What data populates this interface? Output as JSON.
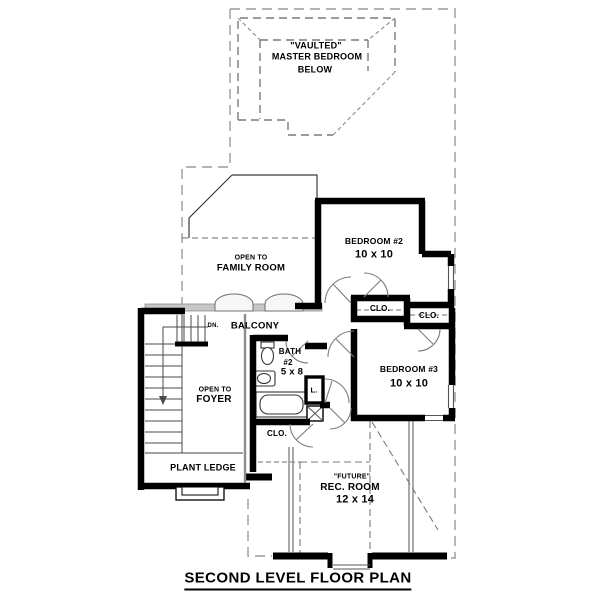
{
  "title": "SECOND LEVEL FLOOR PLAN",
  "labels": {
    "master_bedroom": {
      "l1": "\"VAULTED\"",
      "l2": "MASTER BEDROOM",
      "l3": "BELOW"
    },
    "family_room": {
      "open_to": "OPEN TO",
      "name": "FAMILY ROOM"
    },
    "bedroom2": {
      "name": "BEDROOM #2",
      "dims": "10 x 10"
    },
    "bedroom3": {
      "name": "BEDROOM #3",
      "dims": "10 x 10"
    },
    "bath2": {
      "name": "BATH",
      "number": "#2",
      "dims": "5 x 8"
    },
    "foyer": {
      "open_to": "OPEN TO",
      "name": "FOYER"
    },
    "balcony": {
      "name": "BALCONY",
      "stairs_dir": "DN."
    },
    "plant_ledge": {
      "name": "PLANT LEDGE"
    },
    "rec_room": {
      "qualifier": "\"FUTURE\"",
      "name": "REC. ROOM",
      "dims": "12 x 14"
    },
    "closets": {
      "bedroom2_closet": "CLO.",
      "bedroom3_closet": "CLO.",
      "hall_closet": "CLO.",
      "linen": "L."
    }
  }
}
